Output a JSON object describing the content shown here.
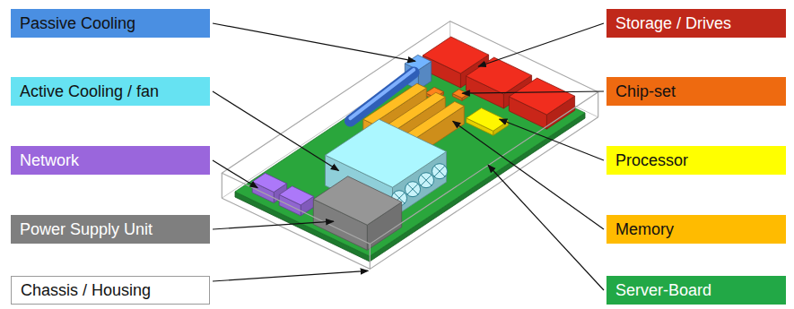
{
  "diagram": {
    "nodes": [
      {
        "text": [
          "Passive Cooling"
        ]
      },
      {
        "text": [
          "Active Cooling / fan"
        ]
      },
      {
        "text": [
          "Network"
        ]
      },
      {
        "text": [
          "Power Supply Unit"
        ]
      },
      {
        "text": [
          "Chassis / Housing"
        ]
      },
      {
        "text": [
          "Storage / Drives"
        ]
      },
      {
        "text": [
          "Chip-set"
        ]
      },
      {
        "text": [
          "Processor"
        ]
      },
      {
        "text": [
          "Memory"
        ]
      },
      {
        "text": [
          "Server-Board"
        ]
      }
    ]
  }
}
